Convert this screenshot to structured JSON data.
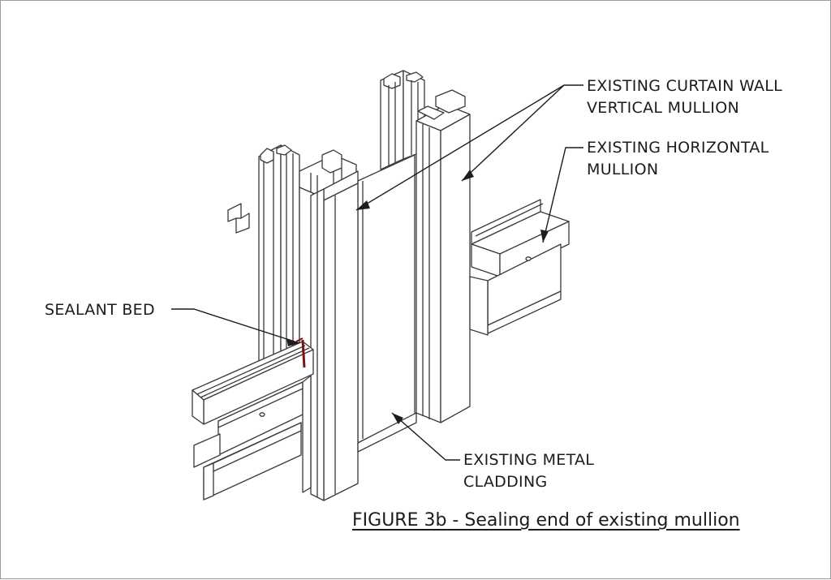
{
  "labels": {
    "curtain_wall_mullion": [
      "EXISTING CURTAIN WALL",
      "VERTICAL MULLION"
    ],
    "horizontal_mullion": [
      "EXISTING HORIZONTAL",
      "MULLION"
    ],
    "sealant_bed": "SEALANT BED",
    "metal_cladding": [
      "EXISTING METAL",
      "CLADDING"
    ]
  },
  "caption": "FIGURE 3b - Sealing end of existing mullion",
  "colors": {
    "line": "#3a3a3a",
    "sealant": "#7a1414",
    "frame": "#9a9a9a"
  }
}
